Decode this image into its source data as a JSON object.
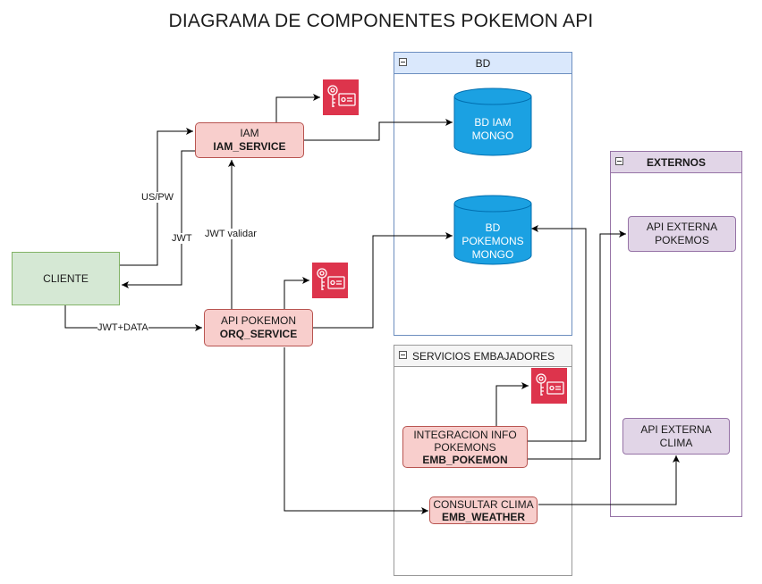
{
  "title": "DIAGRAMA DE COMPONENTES POKEMON API",
  "containers": {
    "bd": "BD",
    "servicios": "SERVICIOS EMBAJADORES",
    "externos": "EXTERNOS"
  },
  "nodes": {
    "cliente": "CLIENTE",
    "iam_line1": "IAM",
    "iam_line2": "IAM_SERVICE",
    "orq_line1": "API POKEMON",
    "orq_line2": "ORQ_SERVICE",
    "emb_pokemon_line1": "INTEGRACION INFO",
    "emb_pokemon_line2": "POKEMONS",
    "emb_pokemon_line3": "EMB_POKEMON",
    "emb_weather_line1": "CONSULTAR CLIMA",
    "emb_weather_line2": "EMB_WEATHER",
    "ext_pokemos_line1": "API EXTERNA",
    "ext_pokemos_line2": "POKEMOS",
    "ext_clima_line1": "API EXTERNA",
    "ext_clima_line2": "CLIMA"
  },
  "databases": {
    "iam_line1": "BD IAM",
    "iam_line2": "MONGO",
    "pokemons_line1": "BD",
    "pokemons_line2": "POKEMONS",
    "pokemons_line3": "MONGO"
  },
  "edge_labels": {
    "us_pw": "US/PW",
    "jwt": "JWT",
    "jwt_validar": "JWT validar",
    "jwt_data": "JWT+DATA"
  },
  "colors": {
    "red_fill": "#f8cecc",
    "red_stroke": "#b85450",
    "green_fill": "#d5e8d4",
    "purple_fill": "#e1d5e7",
    "db_fill": "#1ba1e2",
    "bd_header": "#dae8fc",
    "key_icon_bg": "#dd344c"
  },
  "icons": [
    "key-icon",
    "key-icon",
    "key-icon"
  ]
}
